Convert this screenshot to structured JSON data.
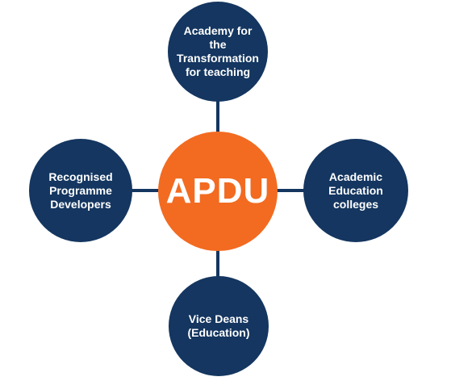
{
  "diagram": {
    "center": {
      "label": "APDU"
    },
    "satellites": [
      {
        "id": "top",
        "label": "Academy for the Transformation for teaching"
      },
      {
        "id": "left",
        "label": "Recognised Programme Developers"
      },
      {
        "id": "right",
        "label": "Academic Education colleges"
      },
      {
        "id": "bottom",
        "label": "Vice Deans (Education)"
      }
    ],
    "colors": {
      "satellite": "#143660",
      "hub": "#f26b21",
      "text": "#ffffff",
      "connector": "#143660"
    }
  }
}
